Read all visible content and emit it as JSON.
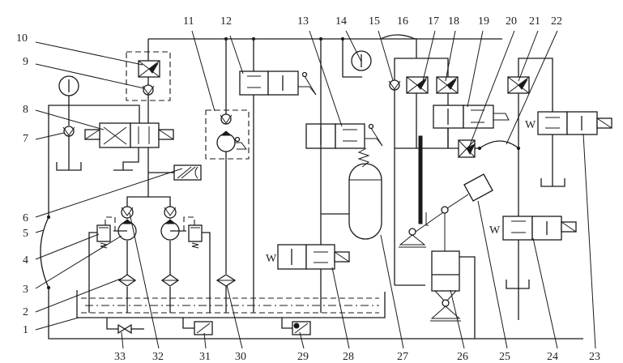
{
  "diagram": {
    "type": "hydraulic-schematic",
    "colors": {
      "line": "#1a1a1a",
      "background": "#ffffff",
      "label": "#222222"
    },
    "labels": {
      "n1": "1",
      "n2": "2",
      "n3": "3",
      "n4": "4",
      "n5": "5",
      "n6": "6",
      "n7": "7",
      "n8": "8",
      "n9": "9",
      "n10": "10",
      "n11": "11",
      "n12": "12",
      "n13": "13",
      "n14": "14",
      "n15": "15",
      "n16": "16",
      "n17": "17",
      "n18": "18",
      "n19": "19",
      "n20": "20",
      "n21": "21",
      "n22": "22",
      "n23": "23",
      "n24": "24",
      "n25": "25",
      "n26": "26",
      "n27": "27",
      "n28": "28",
      "n29": "29",
      "n30": "30",
      "n31": "31",
      "n32": "32",
      "n33": "33"
    },
    "spring_glyph": "W"
  }
}
